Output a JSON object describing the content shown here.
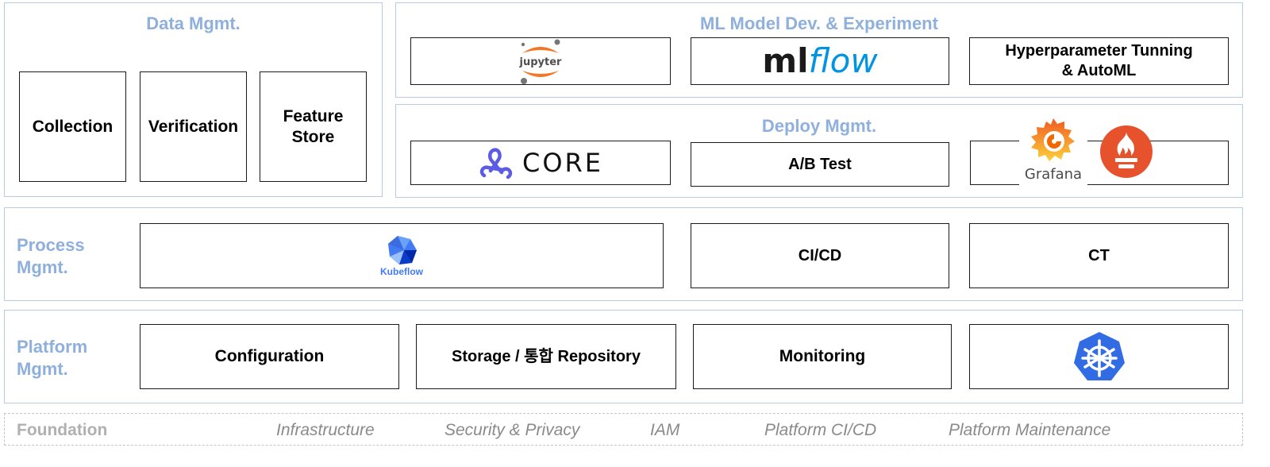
{
  "data_mgmt": {
    "title": "Data Mgmt.",
    "items": [
      {
        "label": "Collection"
      },
      {
        "label": "Verification"
      },
      {
        "label": "Feature Store"
      }
    ]
  },
  "ml_dev": {
    "title": "ML Model Dev. & Experiment",
    "jupyter_label": "jupyter",
    "mlflow_part1": "ml",
    "mlflow_part2": "flow",
    "hyper_line1": "Hyperparameter Tunning",
    "hyper_line2": "& AutoML"
  },
  "deploy": {
    "title": "Deploy Mgmt.",
    "core_label": "CORE",
    "ab_label": "A/B Test",
    "grafana_label": "Grafana"
  },
  "process": {
    "title": "Process Mgmt.",
    "kubeflow_label": "Kubeflow",
    "cicd_label": "CI/CD",
    "ct_label": "CT"
  },
  "platform": {
    "title": "Platform Mgmt.",
    "items": [
      {
        "label": "Configuration"
      },
      {
        "label": "Storage / 통합 Repository"
      },
      {
        "label": "Monitoring"
      }
    ]
  },
  "foundation": {
    "title": "Foundation",
    "items": [
      "Infrastructure",
      "Security & Privacy",
      "IAM",
      "Platform CI/CD",
      "Platform Maintenance"
    ]
  },
  "colors": {
    "panel_border": "#b9cbe0",
    "title_blue": "#8fb0dc",
    "kubernetes_blue": "#326ce5",
    "grafana_orange": "#f46800",
    "prometheus_red": "#e6522c",
    "mlflow_blue": "#0194e2",
    "jupyter_orange": "#f37726",
    "core_purple": "#5b5be6"
  }
}
